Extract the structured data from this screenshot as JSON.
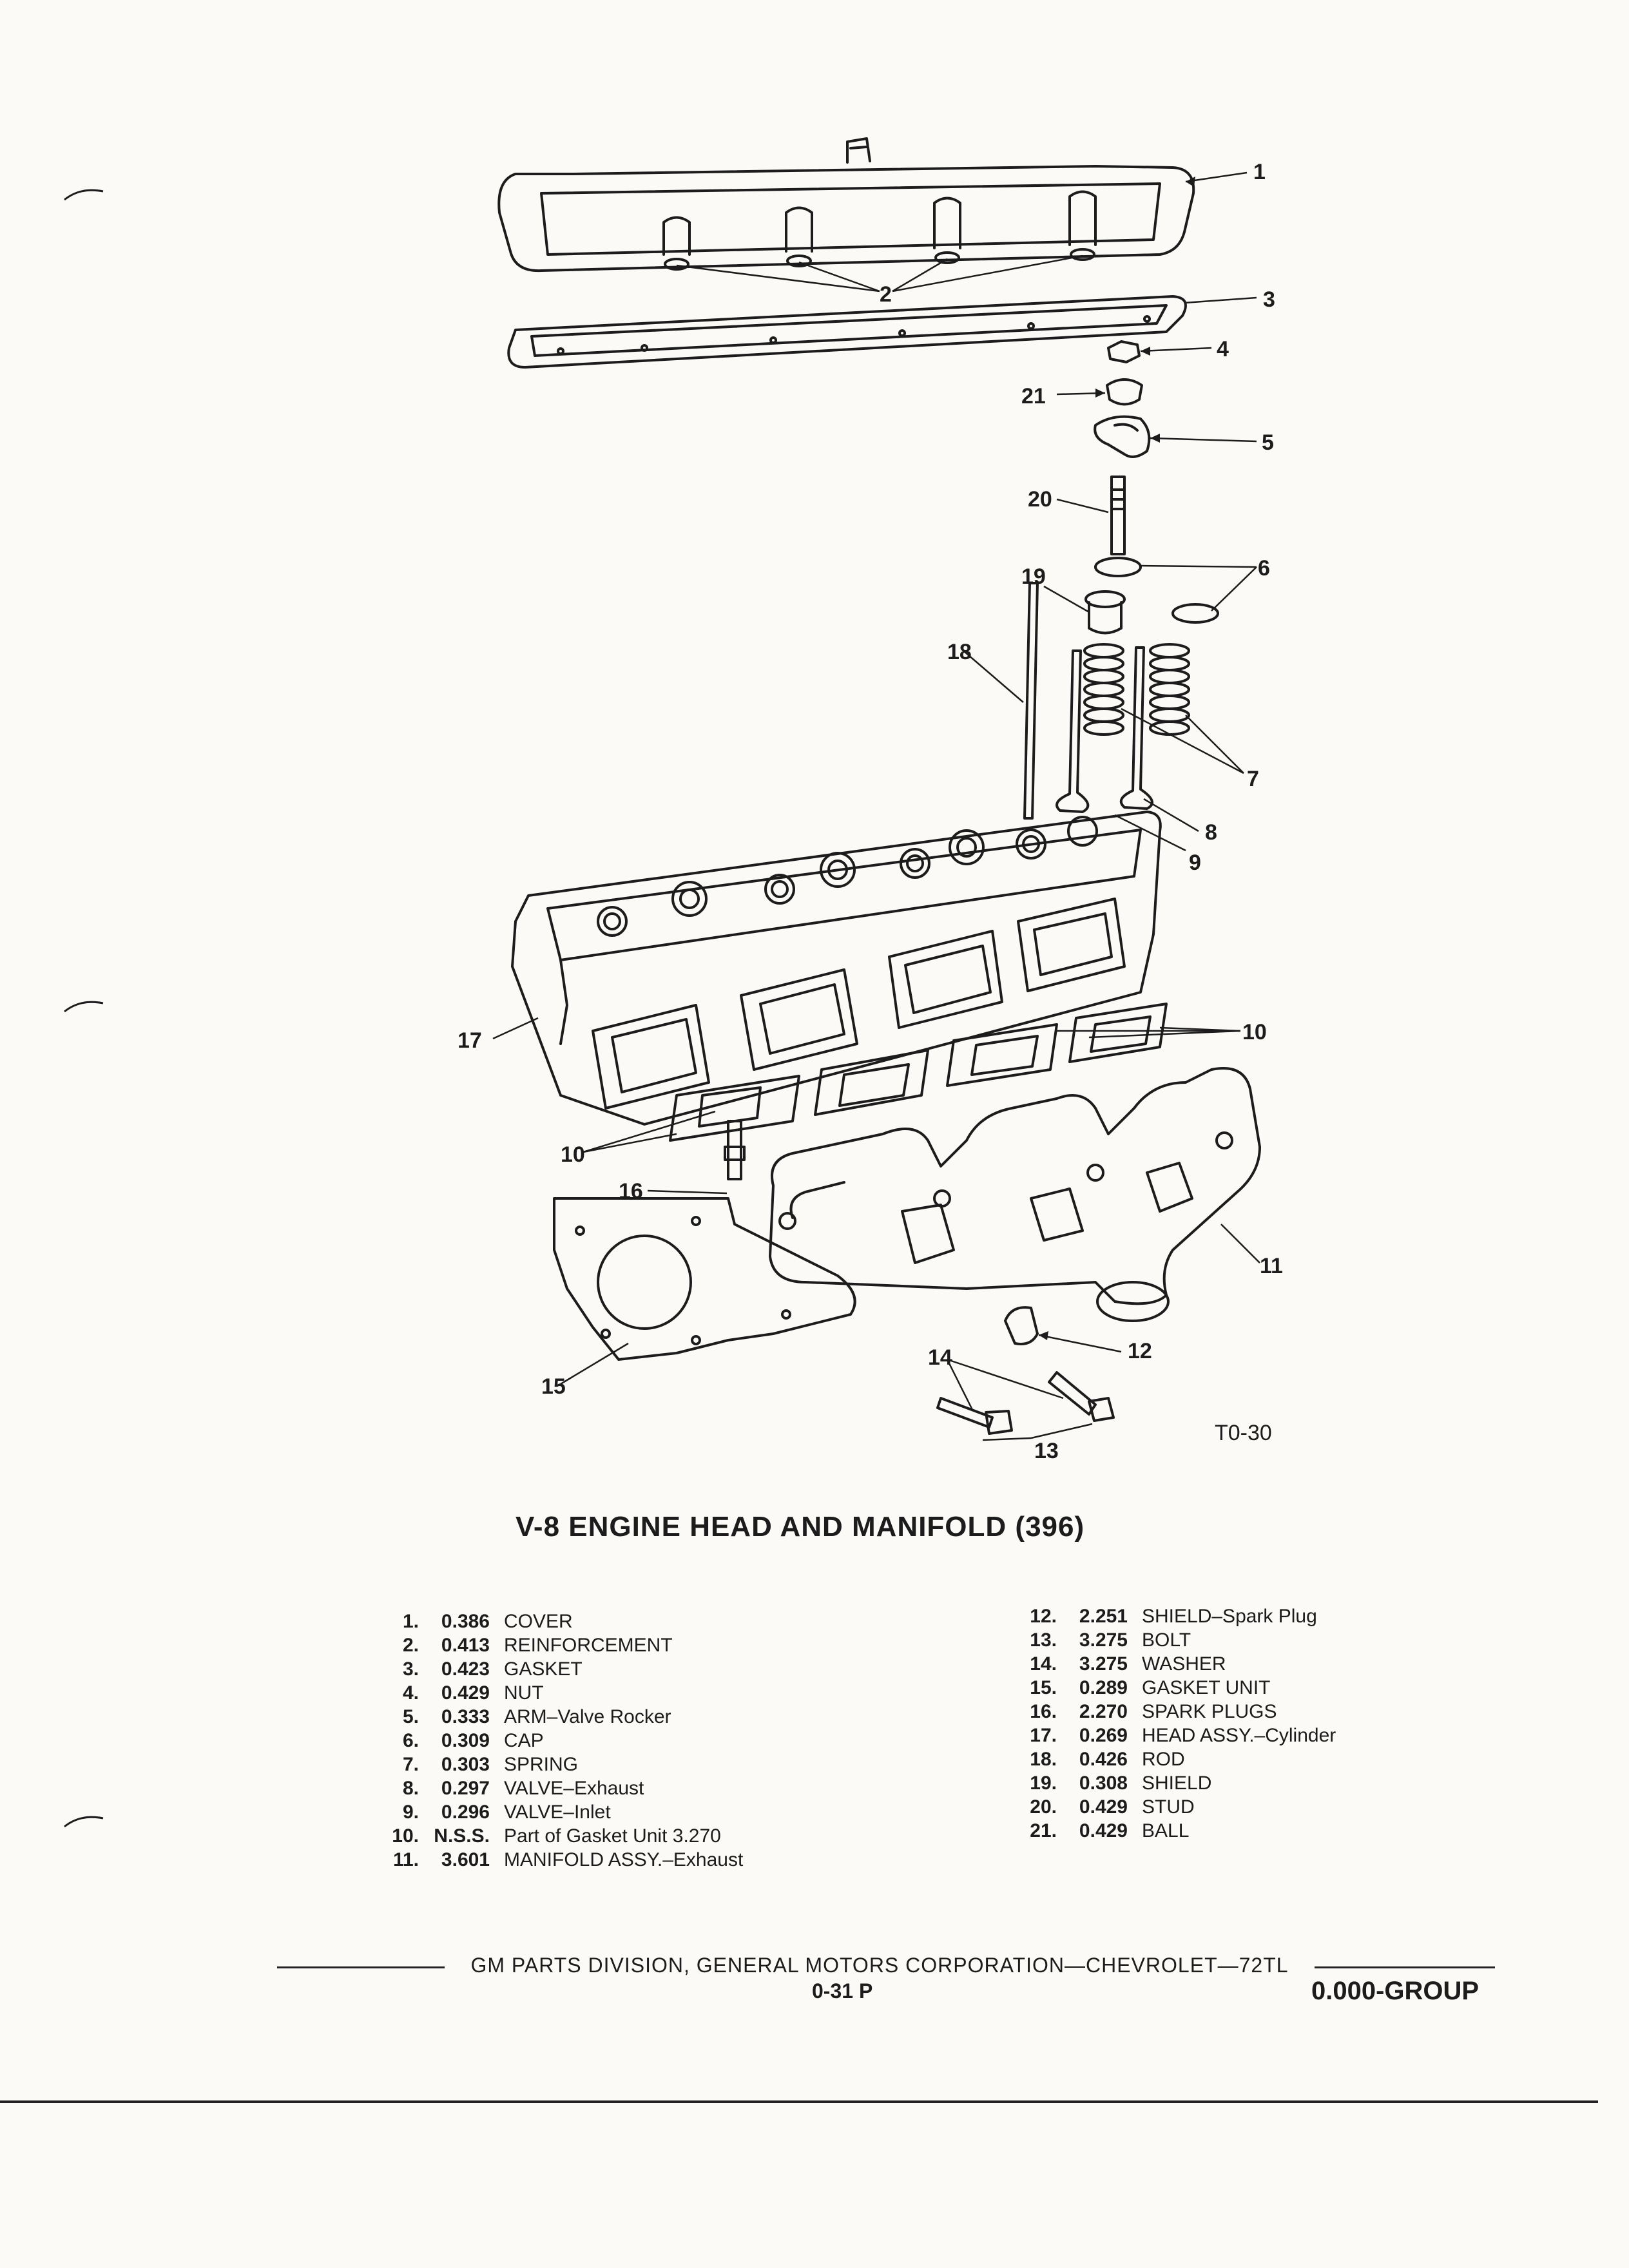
{
  "figure": {
    "id": "T0-30",
    "title": "V-8 ENGINE HEAD AND MANIFOLD (396)",
    "callouts": [
      "1",
      "2",
      "3",
      "4",
      "5",
      "6",
      "7",
      "8",
      "9",
      "10",
      "10",
      "11",
      "12",
      "13",
      "14",
      "15",
      "16",
      "17",
      "18",
      "19",
      "20",
      "21"
    ]
  },
  "parts_left": [
    {
      "num": "1.",
      "code": "0.386",
      "desc": "COVER"
    },
    {
      "num": "2.",
      "code": "0.413",
      "desc": "REINFORCEMENT"
    },
    {
      "num": "3.",
      "code": "0.423",
      "desc": "GASKET"
    },
    {
      "num": "4.",
      "code": "0.429",
      "desc": "NUT"
    },
    {
      "num": "5.",
      "code": "0.333",
      "desc": "ARM–Valve Rocker"
    },
    {
      "num": "6.",
      "code": "0.309",
      "desc": "CAP"
    },
    {
      "num": "7.",
      "code": "0.303",
      "desc": "SPRING"
    },
    {
      "num": "8.",
      "code": "0.297",
      "desc": "VALVE–Exhaust"
    },
    {
      "num": "9.",
      "code": "0.296",
      "desc": "VALVE–Inlet"
    },
    {
      "num": "10.",
      "code": "N.S.S.",
      "desc": "Part of Gasket Unit 3.270"
    },
    {
      "num": "11.",
      "code": "3.601",
      "desc": "MANIFOLD ASSY.–Exhaust"
    }
  ],
  "parts_right": [
    {
      "num": "12.",
      "code": "2.251",
      "desc": "SHIELD–Spark Plug"
    },
    {
      "num": "13.",
      "code": "3.275",
      "desc": "BOLT"
    },
    {
      "num": "14.",
      "code": "3.275",
      "desc": "WASHER"
    },
    {
      "num": "15.",
      "code": "0.289",
      "desc": "GASKET UNIT"
    },
    {
      "num": "16.",
      "code": "2.270",
      "desc": "SPARK PLUGS"
    },
    {
      "num": "17.",
      "code": "0.269",
      "desc": "HEAD ASSY.–Cylinder"
    },
    {
      "num": "18.",
      "code": "0.426",
      "desc": "ROD"
    },
    {
      "num": "19.",
      "code": "0.308",
      "desc": "SHIELD"
    },
    {
      "num": "20.",
      "code": "0.429",
      "desc": "STUD"
    },
    {
      "num": "21.",
      "code": "0.429",
      "desc": "BALL"
    }
  ],
  "footer": {
    "organization": "GM PARTS DIVISION, GENERAL MOTORS CORPORATION—CHEVROLET—72TL",
    "page": "0-31 P",
    "group": "0.000-GROUP"
  }
}
